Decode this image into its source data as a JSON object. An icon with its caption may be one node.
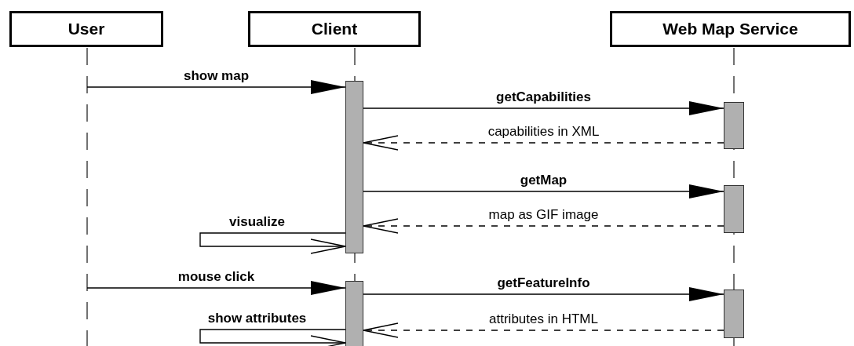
{
  "diagram": {
    "nodes": [
      {
        "text": [
          "User"
        ]
      },
      {
        "text": [
          "Client"
        ]
      },
      {
        "text": [
          "Web Map Service"
        ]
      },
      {
        "text": [],
        "shape": "bar",
        "in": 1
      },
      {
        "text": [],
        "shape": "bar",
        "in": 2
      },
      {
        "text": [],
        "shape": "bar",
        "in": 2
      },
      {
        "text": [],
        "shape": "bar",
        "in": 1
      },
      {
        "text": [],
        "shape": "bar",
        "in": 2
      }
    ],
    "edges": [
      {
        "from": 0,
        "to": 3,
        "arrow": "to",
        "label": "show map"
      },
      {
        "from": 3,
        "to": 4,
        "arrow": "to",
        "label": "getCapabilities"
      },
      {
        "from": 4,
        "to": 3,
        "arrow": "to",
        "label": "capabilities in XML",
        "style": "dashed"
      },
      {
        "from": 3,
        "to": 5,
        "arrow": "to",
        "label": "getMap"
      },
      {
        "from": 5,
        "to": 3,
        "arrow": "to",
        "label": "map as GIF image",
        "style": "dashed"
      },
      {
        "from": 3,
        "to": 3,
        "arrow": "to",
        "label": "visualize"
      },
      {
        "from": 0,
        "to": 6,
        "arrow": "to",
        "label": "mouse click"
      },
      {
        "from": 6,
        "to": 7,
        "arrow": "to",
        "label": "getFeatureInfo"
      },
      {
        "from": 7,
        "to": 6,
        "arrow": "to",
        "label": "attributes in HTML",
        "style": "dashed"
      },
      {
        "from": 6,
        "to": 6,
        "arrow": "to",
        "label": "show attributes"
      }
    ]
  }
}
